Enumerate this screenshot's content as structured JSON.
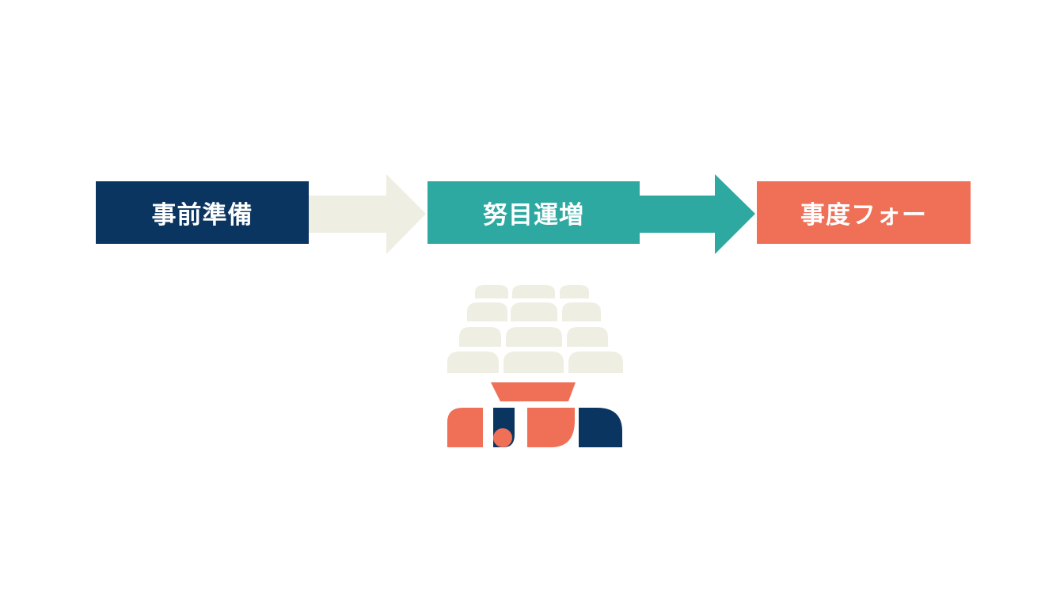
{
  "colors": {
    "navy": "#0b3561",
    "teal": "#2ea9a1",
    "coral": "#ef6f57",
    "cream": "#efeee2",
    "background": "#ffffff"
  },
  "flow": {
    "steps": [
      {
        "label": "事前準備"
      },
      {
        "label": "努目運増"
      },
      {
        "label": "事度フォー"
      }
    ],
    "arrows": [
      {
        "color_key": "cream"
      },
      {
        "color_key": "teal"
      }
    ]
  },
  "illustration": {
    "icon": "audience-meeting-icon"
  }
}
